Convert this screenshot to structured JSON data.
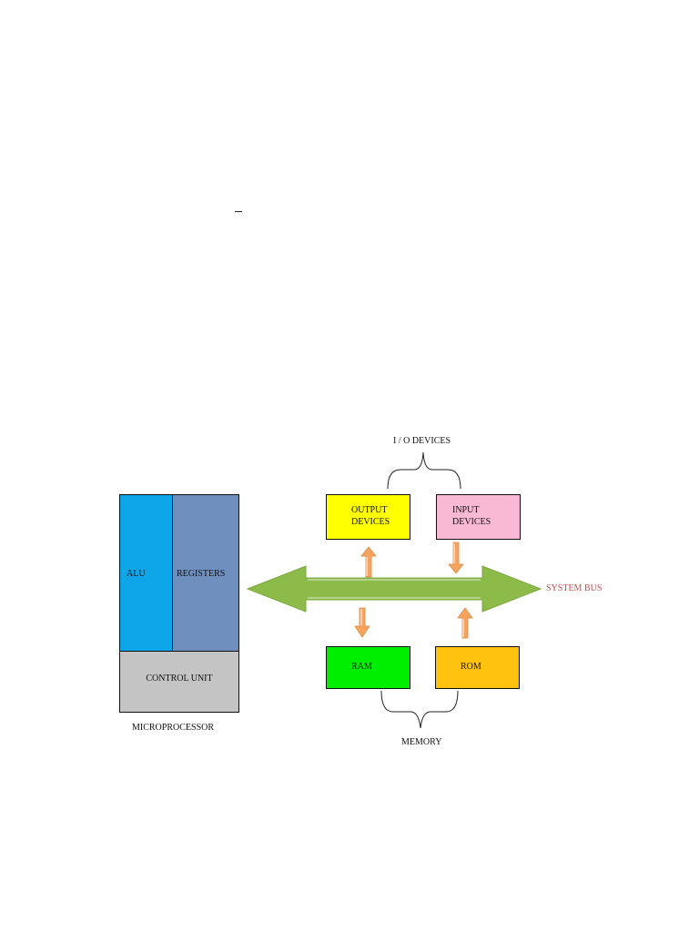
{
  "microprocessor": {
    "alu": "ALU",
    "registers": "REGISTERS",
    "control_unit": "CONTROL UNIT",
    "caption": "MICROPROCESSOR",
    "colors": {
      "alu": "#0ea5e9",
      "registers": "#6f8fbf",
      "control_unit": "#c4c4c4"
    }
  },
  "io": {
    "group_label": "I / O DEVICES",
    "output_line1": "OUTPUT",
    "output_line2": "DEVICES",
    "input_line1": "INPUT",
    "input_line2": "DEVICES",
    "colors": {
      "output": "#ffff00",
      "input": "#f9b9d4"
    }
  },
  "memory": {
    "group_label": "MEMORY",
    "ram": "RAM",
    "rom": "ROM",
    "colors": {
      "ram": "#00ee00",
      "rom": "#ffc20e"
    }
  },
  "bus": {
    "label": "SYSTEM BUS",
    "label_color": "#c0504d",
    "color": "#8dbb4a"
  },
  "arrow_color": "#f4a460",
  "icons": [
    "double-headed-bus-arrow",
    "up-arrow",
    "down-arrow",
    "curly-brace"
  ]
}
